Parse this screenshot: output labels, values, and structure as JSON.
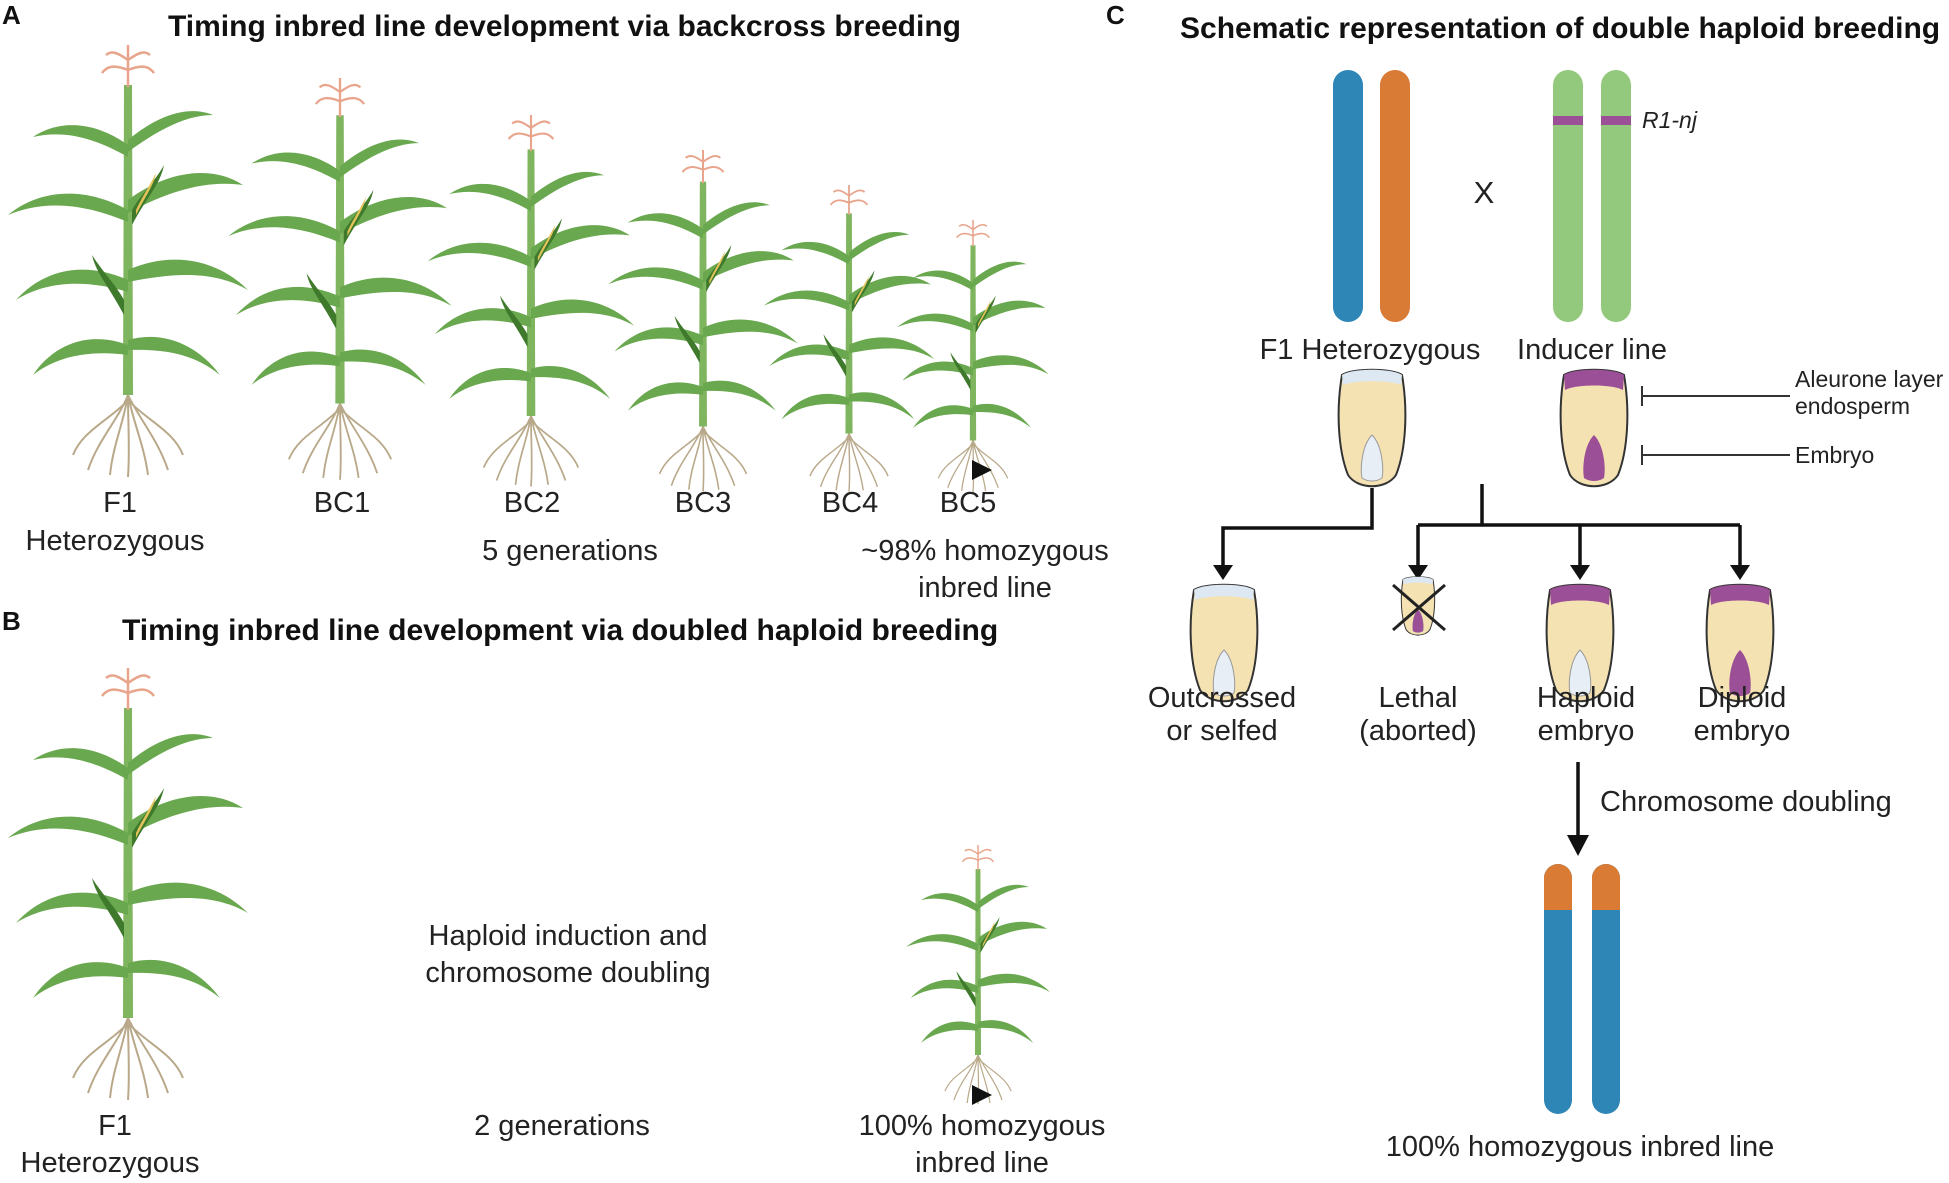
{
  "panel_a": {
    "letter": "A",
    "title": "Timing inbred line development via backcross breeding",
    "stages": [
      "F1",
      "BC1",
      "BC2",
      "BC3",
      "BC4",
      "BC5"
    ],
    "start_sublabel": "Heterozygous",
    "generations": "5 generations",
    "end_line1": "~98% homozygous",
    "end_line2": "inbred line"
  },
  "panel_b": {
    "letter": "B",
    "title": "Timing inbred line development via doubled haploid breeding",
    "start_label": "F1",
    "start_sublabel": "Heterozygous",
    "middle_line1": "Haploid induction and",
    "middle_line2": "chromosome doubling",
    "generations": "2 generations",
    "end_line1": "100% homozygous",
    "end_line2": "inbred line"
  },
  "panel_c": {
    "letter": "C",
    "title": "Schematic representation of double haploid breeding",
    "cross_symbol": "X",
    "marker": "R1-nj",
    "parent1": "F1 Heterozygous",
    "parent2": "Inducer line",
    "annot_aleurone_1": "Aleurone layer",
    "annot_aleurone_2": "endosperm",
    "annot_embryo": "Embryo",
    "outcomes": [
      {
        "line1": "Outcrossed",
        "line2": "or selfed"
      },
      {
        "line1": "Lethal",
        "line2": "(aborted)"
      },
      {
        "line1": "Haploid",
        "line2": "embryo"
      },
      {
        "line1": "Diploid",
        "line2": "embryo"
      }
    ],
    "doubling": "Chromosome doubling",
    "result": "100% homozygous inbred line"
  },
  "colors": {
    "chrom_blue": "#2d86b5",
    "chrom_orange": "#d97a35",
    "chrom_green": "#92c97c",
    "marker_purple": "#9b4f96",
    "seed_fill": "#f4e2b3",
    "seed_cap_white": "#dde8f2",
    "embryo_white": "#e7eef6",
    "leaf_green": "#6aa84f",
    "leaf_dark": "#3f7a2c",
    "tassel": "#e8a58c"
  }
}
